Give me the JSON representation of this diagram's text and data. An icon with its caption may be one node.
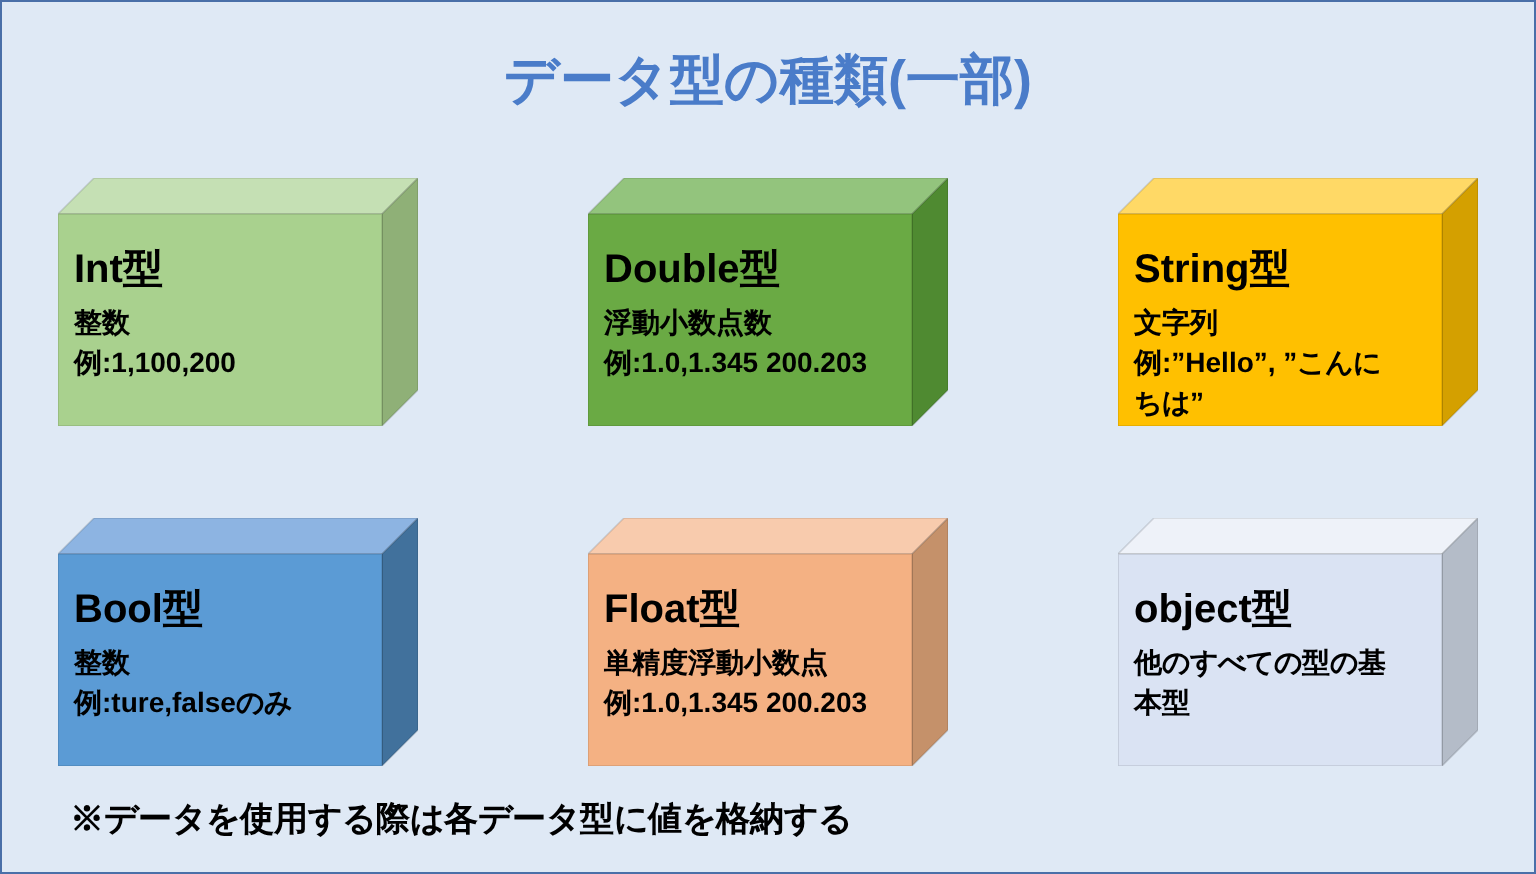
{
  "diagram": {
    "title": "データ型の種類(一部)",
    "nodes": [
      {
        "text": [
          "Int型",
          "整数",
          "例:1,100,200"
        ]
      },
      {
        "text": [
          "Double型",
          "浮動小数点数",
          "例:1.0,1.345 200.203"
        ]
      },
      {
        "text": [
          "String型",
          "文字列",
          "例:”Hello”, ”こんにちは”"
        ]
      },
      {
        "text": [
          "Bool型",
          "整数",
          "例:ture,falseのみ"
        ]
      },
      {
        "text": [
          "Float型",
          "単精度浮動小数点",
          "例:1.0,1.345 200.203"
        ]
      },
      {
        "text": [
          "object型",
          "他のすべての型の基本型"
        ]
      }
    ],
    "edges": [],
    "labels": [
      "※データを使用する際は各データ型に値を格納する"
    ]
  }
}
